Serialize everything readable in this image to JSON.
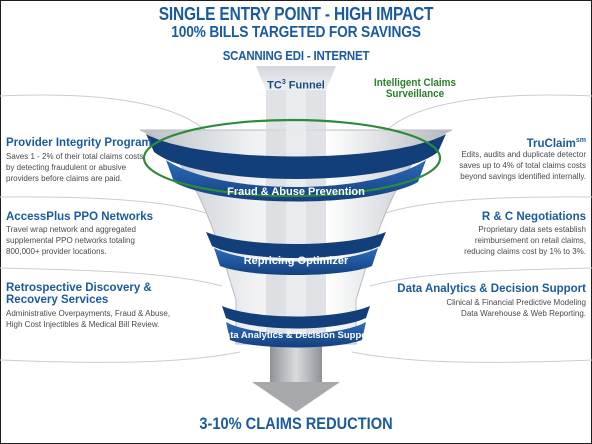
{
  "header": {
    "line1": "SINGLE ENTRY POINT  -  HIGH IMPACT",
    "line2": "100% BILLS TARGETED FOR SAVINGS",
    "line3": "SCANNING EDI - INTERNET"
  },
  "funnel": {
    "label_prefix": "TC",
    "label_superscript": "3",
    "label_suffix": " Funnel",
    "ics_line1": "Intelligent Claims",
    "ics_line2": "Surveillance",
    "bands": [
      "Fraud & Abuse Prevention",
      "Repricing Optimizer",
      "Data Analytics & Decision Support"
    ]
  },
  "left_panels": [
    {
      "title": "Provider Integrity Program",
      "desc_lines": [
        "Saves 1 - 2% of their total claims costs",
        "by detecting fraudulent or abusive",
        "providers before claims are paid."
      ]
    },
    {
      "title": "AccessPlus PPO Networks",
      "desc_lines": [
        "Travel wrap network and aggregated",
        "supplemental PPO networks totaling",
        "800,000+ provider locations."
      ]
    },
    {
      "title_lines": [
        "Retrospective Discovery &",
        "Recovery Services"
      ],
      "desc_lines": [
        "Administrative Overpayments, Fraud & Abuse,",
        "High Cost Injectibles & Medical Bill Review."
      ]
    }
  ],
  "right_panels": [
    {
      "title": "TruClaim",
      "title_superscript": "sm",
      "desc_lines": [
        "Edits, audits and duplicate detector",
        "saves up to 4% of total claims costs",
        "beyond savings identified internally."
      ]
    },
    {
      "title": "R & C Negotiations",
      "desc_lines": [
        "Proprietary data sets establish",
        "reimbursement on retail claims,",
        "reducing claims cost by 1% to 3%."
      ]
    },
    {
      "title": "Data Analytics & Decision Support",
      "desc_lines": [
        "Clinical & Financial Predictive Modeling",
        "Data Warehouse & Web Reporting."
      ]
    }
  ],
  "footer": "3-10% CLAIMS REDUCTION",
  "colors": {
    "title_blue": "#1a5a9e",
    "band_blue": "#1f5da8",
    "band_dark": "#123f7a",
    "ellipse_green": "#2e8b3a",
    "funnel_grey": "#c8ccd2",
    "arrow_grey": "#a6a8ab"
  }
}
